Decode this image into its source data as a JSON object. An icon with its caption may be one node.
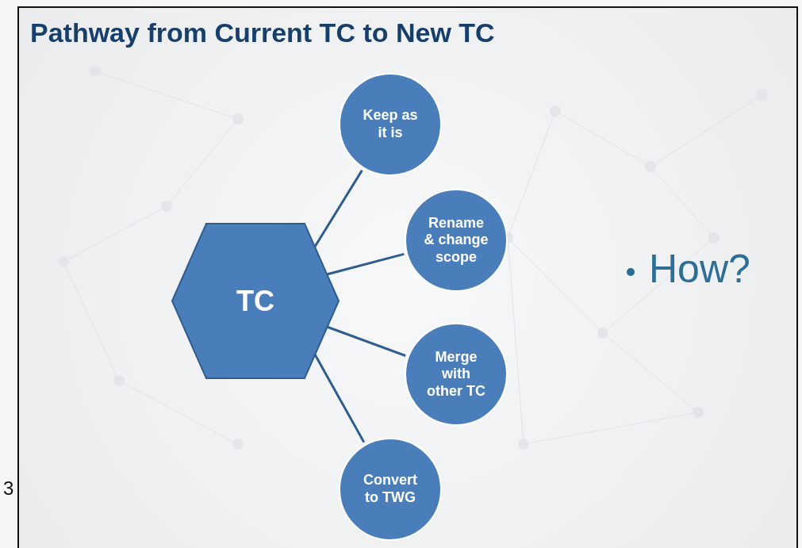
{
  "diagram": {
    "title": "Pathway from Current TC to New TC",
    "nodes": [
      {
        "text": [
          "TC"
        ]
      },
      {
        "text": [
          "Keep as it is"
        ]
      },
      {
        "text": [
          "Rename & change scope"
        ]
      },
      {
        "text": [
          "Merge with other TC"
        ]
      },
      {
        "text": [
          "Convert to TWG"
        ]
      }
    ],
    "edges": [
      {
        "from": 0,
        "to": 1,
        "arrow": "none"
      },
      {
        "from": 0,
        "to": 2,
        "arrow": "none"
      },
      {
        "from": 0,
        "to": 3,
        "arrow": "none"
      },
      {
        "from": 0,
        "to": 4,
        "arrow": "none"
      }
    ],
    "labels": [
      "How?",
      "3"
    ]
  }
}
